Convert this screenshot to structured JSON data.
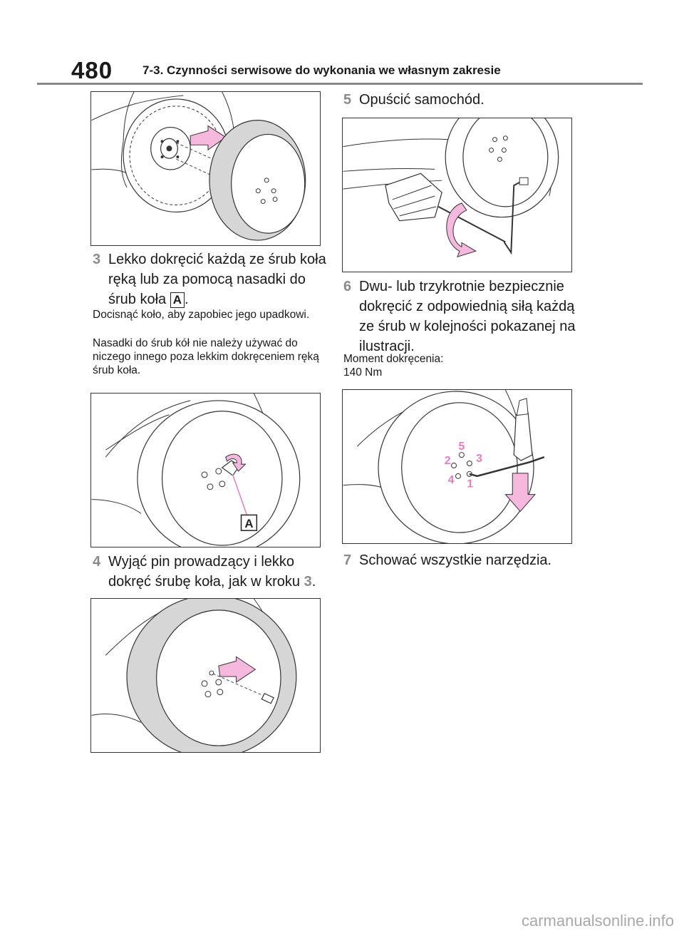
{
  "header": {
    "page_number": "480",
    "section_title": "7-3. Czynności serwisowe do wykonania we własnym zakresie"
  },
  "steps": {
    "s3": {
      "num": "3",
      "text": "Lekko dokręcić każdą ze śrub koła ręką lub za pomocą nasadki do śrub koła",
      "ref": "A",
      "end": "."
    },
    "s3_note1": "Docisnąć koło, aby zapobiec jego upadkowi.",
    "s3_note2": "Nasadki do śrub kół nie należy używać do niczego innego poza lekkim dokręceniem ręką śrub koła.",
    "s4": {
      "text": "Wyjąć pin prowadzący i lekko dokręć śrubę koła, jak w kroku",
      "num": "4",
      "ref_step": "3",
      "end": "."
    },
    "s5": {
      "num": "5",
      "text": "Opuścić samochód."
    },
    "s6": {
      "num": "6",
      "text": "Dwu- lub trzykrotnie bezpiecznie dokręcić z odpowiednią siłą każdą ze śrub w kolejności pokazanej na ilustracji."
    },
    "s6_note_label": "Moment dokręcenia:",
    "s6_note_value": "140 Nm",
    "s7": {
      "num": "7",
      "text": "Schować wszystkie narzędzia."
    }
  },
  "figures": {
    "fig2_label": "A",
    "fig5_sequence": [
      "1",
      "2",
      "3",
      "4",
      "5"
    ]
  },
  "colors": {
    "accent_pink": "#e77bc0",
    "arrow_fill": "#f7b8de",
    "tire_gray": "#d6d6d6"
  },
  "footer": {
    "watermark": "carmanualsonline.info"
  }
}
